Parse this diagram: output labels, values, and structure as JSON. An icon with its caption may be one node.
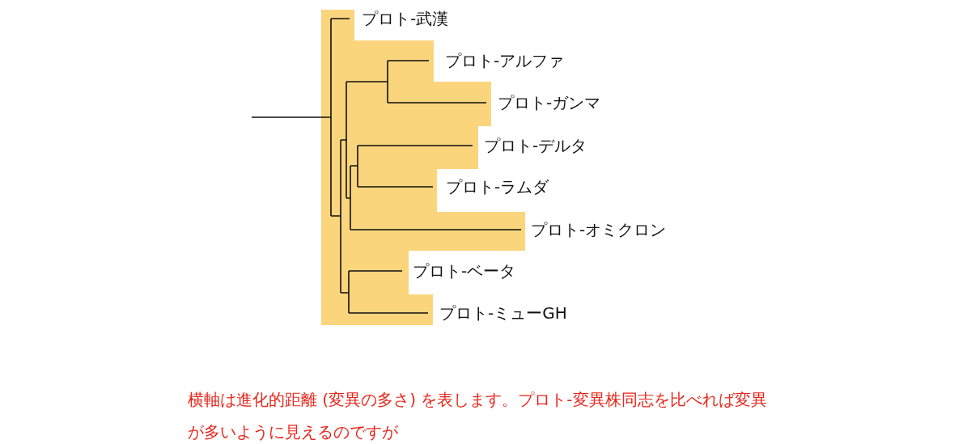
{
  "diagram": {
    "nodes": [
      {
        "text": [
          "プロト-武漢"
        ]
      },
      {
        "text": [
          "プロト-アルファ"
        ]
      },
      {
        "text": [
          "プロト-ガンマ"
        ]
      },
      {
        "text": [
          "プロト-デルタ"
        ]
      },
      {
        "text": [
          "プロト-ラムダ"
        ]
      },
      {
        "text": [
          "プロト-オミクロン"
        ]
      },
      {
        "text": [
          "プロト-ベータ"
        ]
      },
      {
        "text": [
          "プロト-ミューGH"
        ]
      }
    ],
    "labels": [
      "横軸は進化的距離 (変異の多さ) を表します。プロト-変異株同志を比べれば変異が多いように見えるのですが"
    ]
  }
}
